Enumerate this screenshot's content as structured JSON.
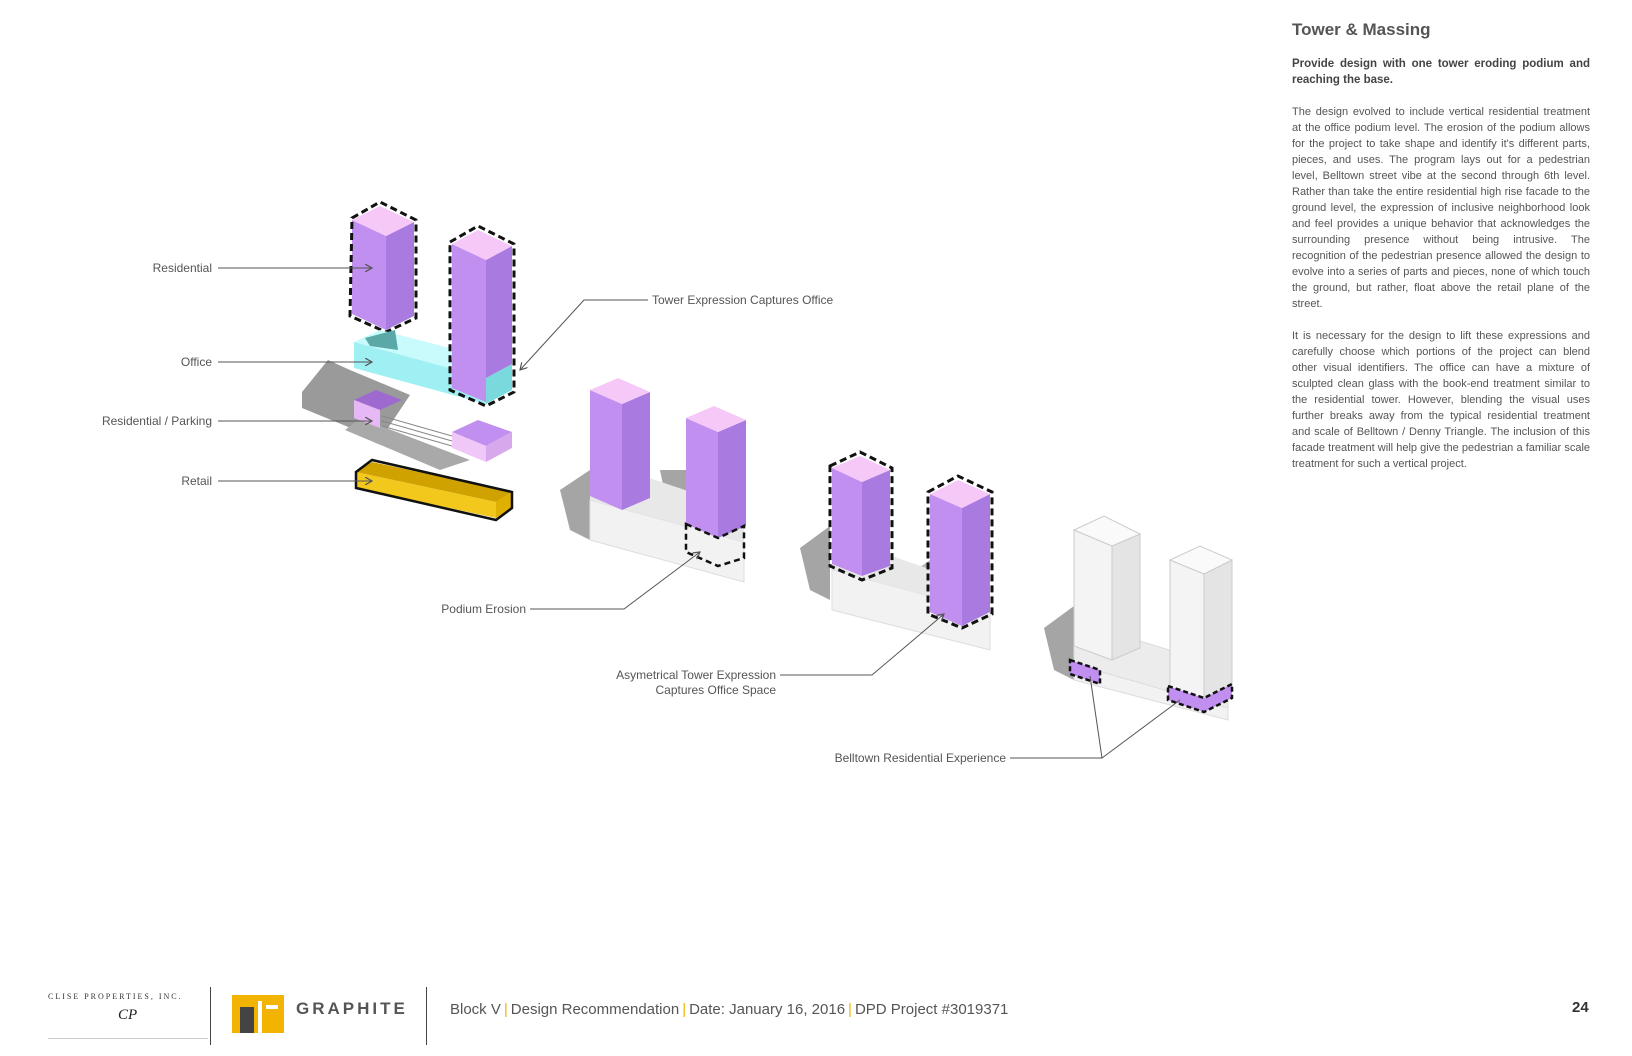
{
  "diagram": {
    "labels": {
      "residential": "Residential",
      "office": "Office",
      "residential_parking": "Residential / Parking",
      "retail": "Retail",
      "tower_expression": "Tower Expression Captures Office",
      "podium_erosion": "Podium Erosion",
      "asymmetrical_line1": "Asymetrical Tower Expression",
      "asymmetrical_line2": "Captures Office Space",
      "belltown": "Belltown Residential Experience"
    }
  },
  "sidebar": {
    "title": "Tower & Massing",
    "lead": "Provide design with one tower eroding podium and reaching the base.",
    "paragraph1": "The design evolved to include vertical residential treatment at the office podium level.  The erosion of the podium allows for the project to take shape and identify it's different parts, pieces, and uses.  The program lays out for a pedestrian level, Belltown street vibe at the second through 6th level.  Rather than take the entire residential high rise facade to the ground level, the expression of inclusive neighborhood look and feel provides a unique behavior that acknowledges the surrounding presence without being intrusive.  The recognition of the pedestrian presence allowed the design to evolve into a series of parts and pieces, none of which touch the ground, but rather, float above the retail plane of the street.",
    "paragraph2": "It is necessary for the design to lift these expressions and carefully choose which portions of the project can blend other visual identifiers.  The office can have a mixture of sculpted clean glass with the book-end treatment similar to the residential tower.  However, blending the visual uses further breaks away from the typical residential treatment and scale of Belltown / Denny Triangle.  The inclusion of this facade treatment will help give the pedestrian a familiar scale treatment for such a vertical project."
  },
  "footer": {
    "clise": "CLISE PROPERTIES, INC.",
    "clise_mark": "CP",
    "graphite": "GRAPHITE",
    "block": "Block V",
    "design": "Design Recommendation",
    "date": "Date: January 16, 2016",
    "project": "DPD Project #3019371",
    "page_number": "24"
  },
  "colors": {
    "residential": "#c08ff0",
    "residential_top": "#f5c8f8",
    "office": "#9ff0f2",
    "retail": "#f2c81c",
    "podium": "#f0f0f0",
    "accent": "#f2b400"
  }
}
